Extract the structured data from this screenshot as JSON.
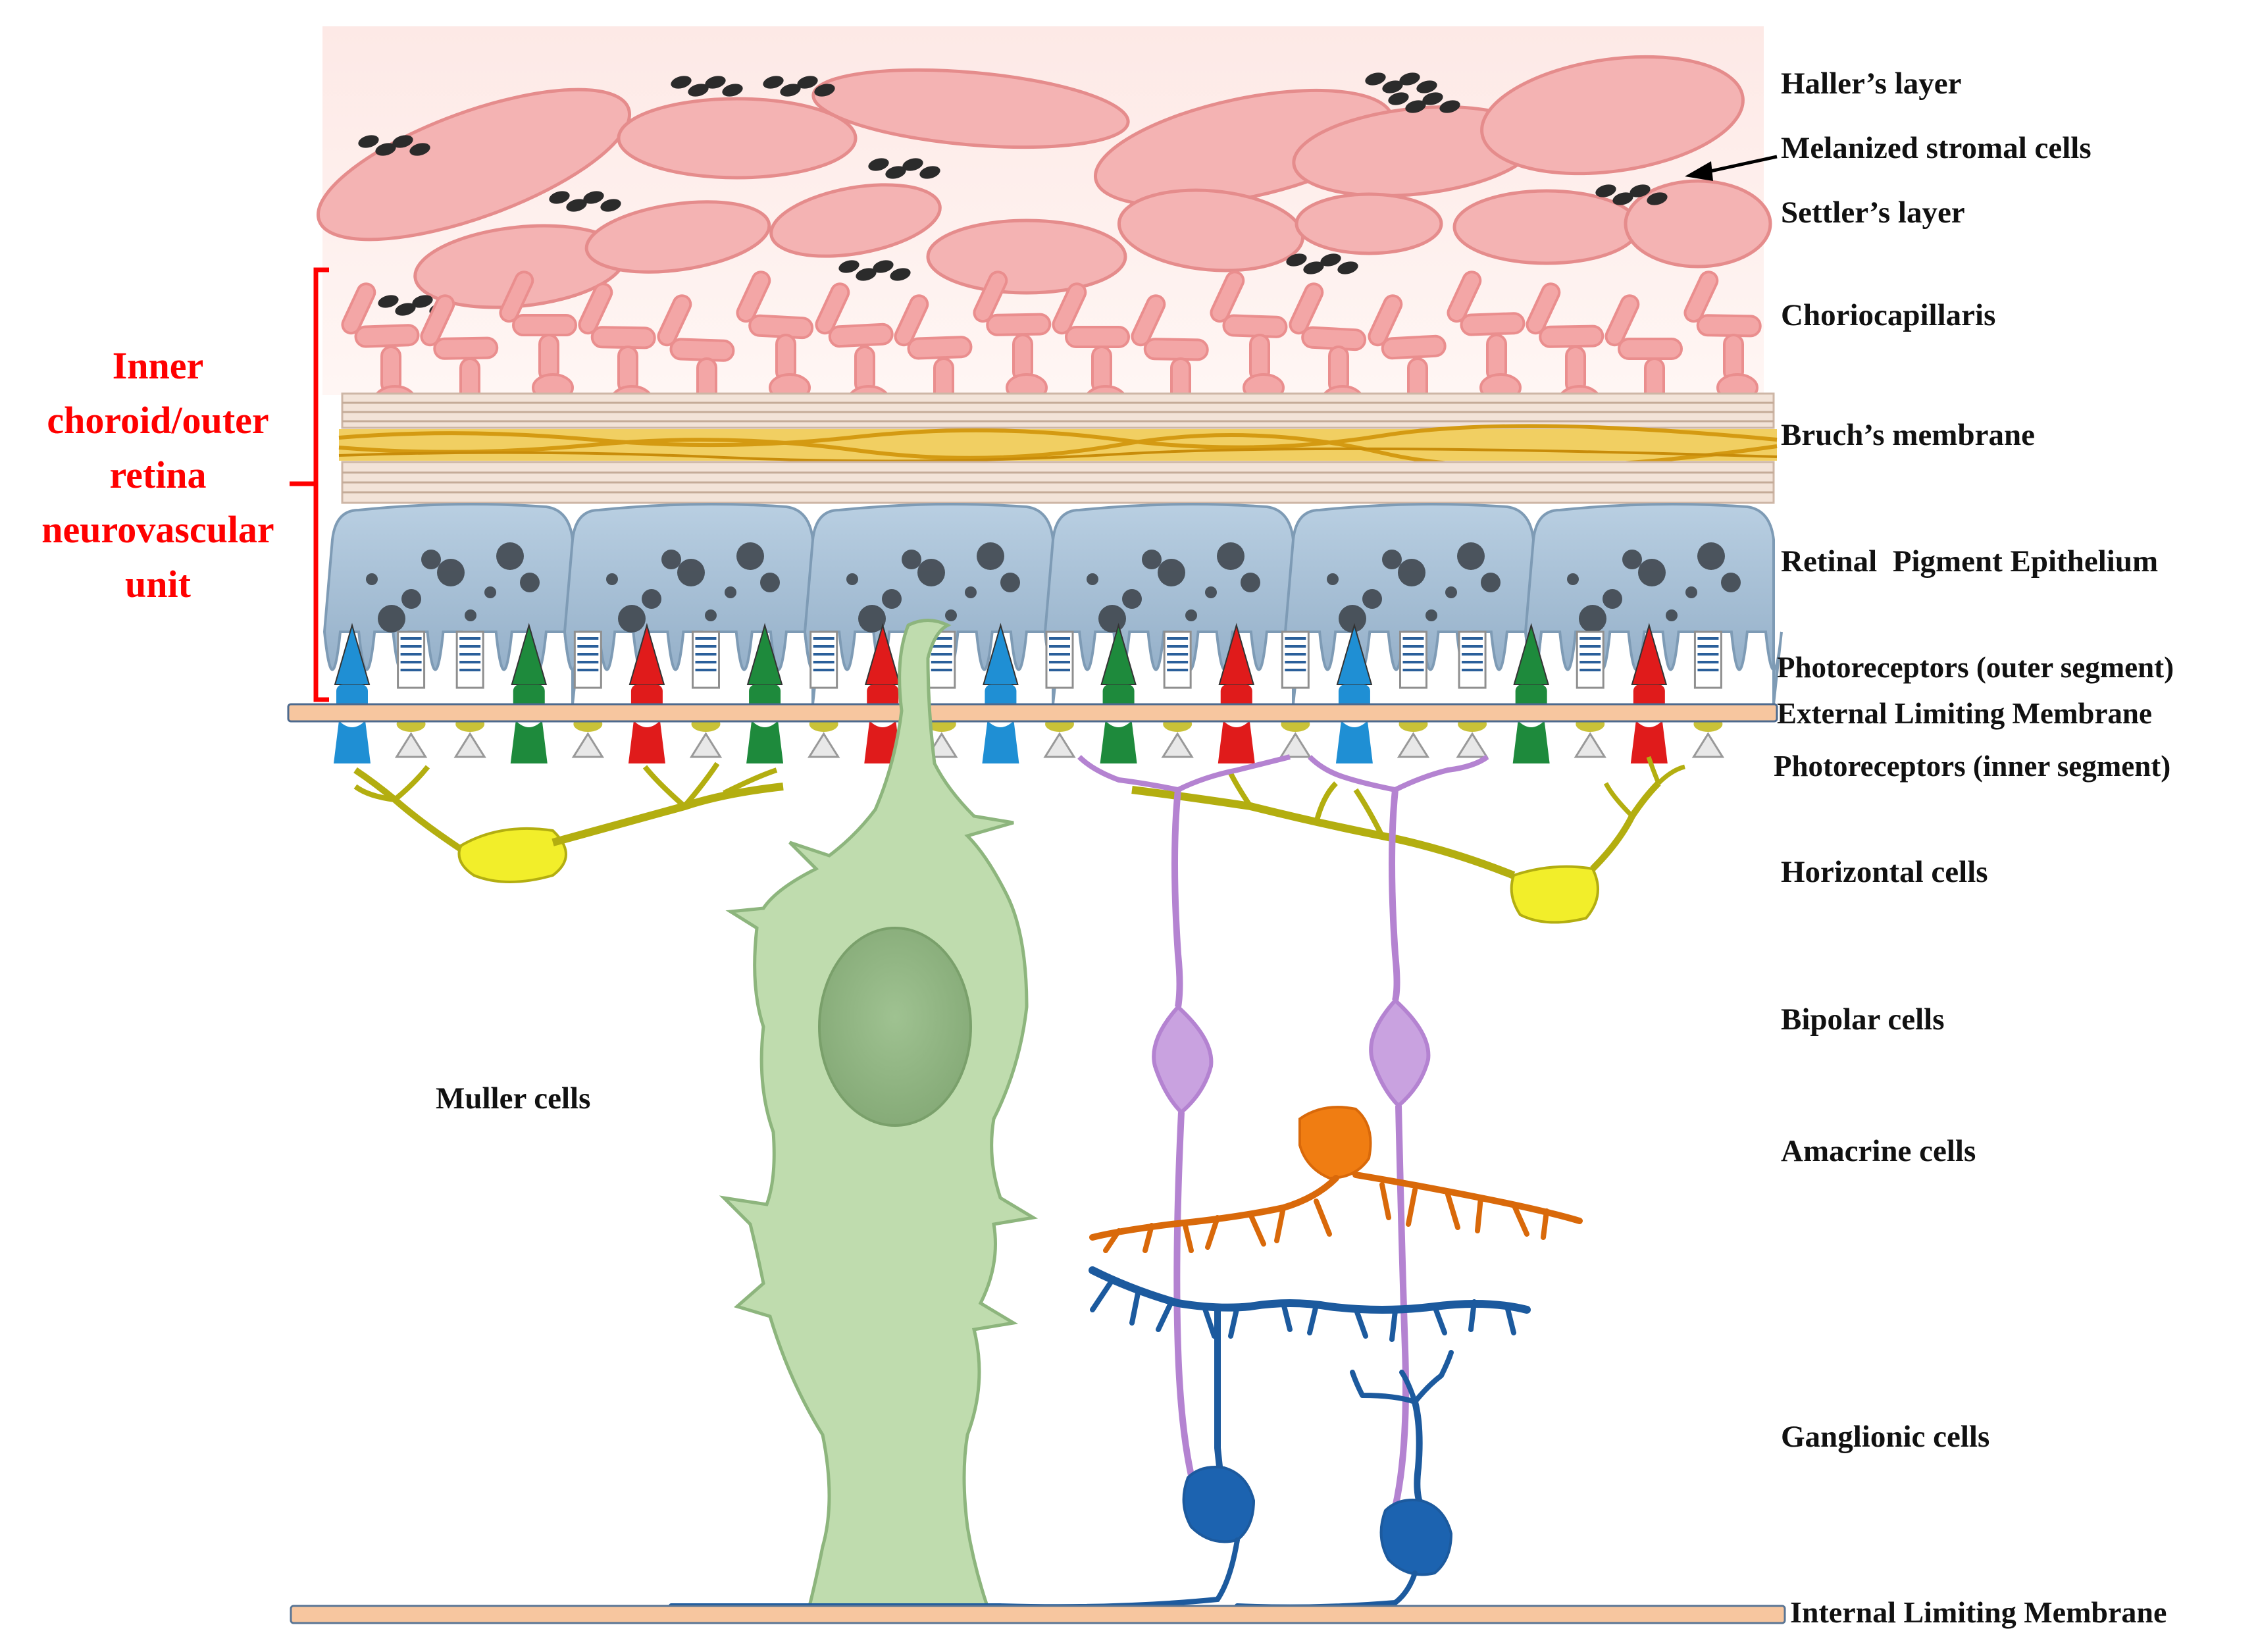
{
  "diagram": {
    "bracket_label": {
      "lines": [
        "Inner",
        "choroid/outer",
        "retina",
        "neurovascular",
        "unit"
      ],
      "color": "#ff0000"
    },
    "layer_labels": {
      "hallers_layer": "Haller’s layer",
      "melanized_stromal_cells": "Melanized stromal cells",
      "settlers_layer": "Settler’s layer",
      "choriocapillaris": "Choriocapillaris",
      "bruchs_membrane": "Bruch’s membrane",
      "rpe": "Retinal  Pigment Epithelium",
      "photoreceptors_outer": "Photoreceptors (outer segment)",
      "external_limiting_membrane": "External Limiting Membrane",
      "photoreceptors_inner": "Photoreceptors (inner segment)",
      "horizontal_cells": "Horizontal cells",
      "bipolar_cells": "Bipolar cells",
      "amacrine_cells": "Amacrine cells",
      "ganglionic_cells": "Ganglionic cells",
      "internal_limiting_membrane": "Internal Limiting Membrane"
    },
    "cell_label": {
      "muller_cells": "Muller cells"
    },
    "colors": {
      "choroid_vessel": "#f4aaaa",
      "bruch_band": "#e6b830",
      "rpe": "#a9c2d8",
      "cone_blue": "#1f8fd4",
      "cone_green": "#1e8a3c",
      "cone_red": "#e01b1b",
      "rod": "#e8e8e8",
      "horizontal": "#f2ee2a",
      "bipolar": "#c9a2e0",
      "amacrine": "#f07d12",
      "ganglion": "#1c63b0",
      "muller": "#bfdcae",
      "limiting_membrane": "#f7c69f"
    }
  }
}
